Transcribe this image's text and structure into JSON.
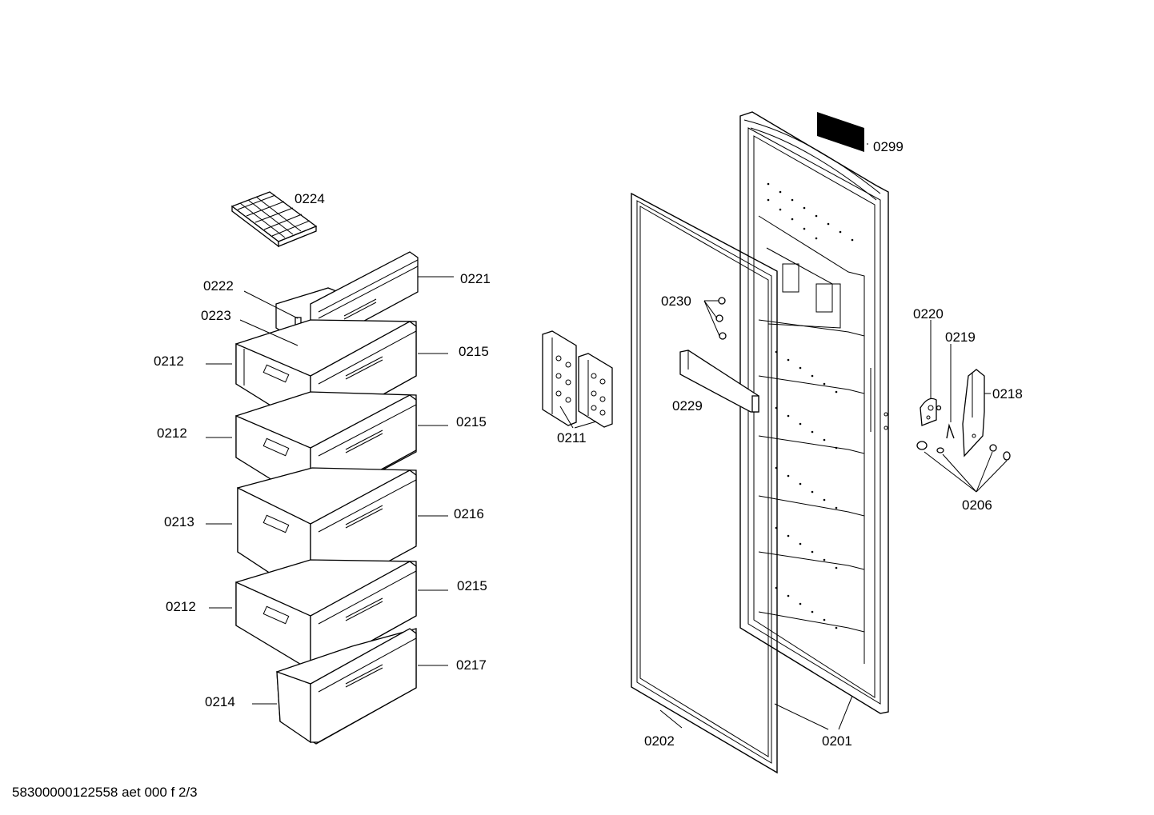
{
  "labels": {
    "l0224": "0224",
    "l0222": "0222",
    "l0221": "0221",
    "l0223": "0223",
    "l0212a": "0212",
    "l0215a": "0215",
    "l0212b": "0212",
    "l0215b": "0215",
    "l0213": "0213",
    "l0216": "0216",
    "l0212c": "0212",
    "l0215c": "0215",
    "l0217": "0217",
    "l0214": "0214",
    "l0211": "0211",
    "l0230": "0230",
    "l0229": "0229",
    "l0299": "0299",
    "l0220": "0220",
    "l0219": "0219",
    "l0218": "0218",
    "l0206": "0206",
    "l0202": "0202",
    "l0201": "0201"
  },
  "footer": "58300000122558 aet 000 f 2/3"
}
